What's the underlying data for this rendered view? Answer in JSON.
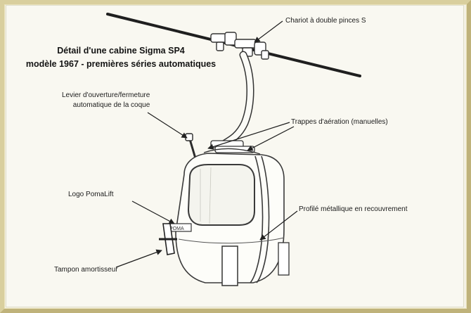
{
  "title": {
    "line1": "Détail d'une cabine Sigma SP4",
    "line2": "modèle 1967 - premières séries automatiques"
  },
  "labels": {
    "chariot": "Chariot à double pinces S",
    "levier_line1": "Levier d'ouverture/fermeture",
    "levier_line2": "automatique de la coque",
    "trappes": "Trappes d'aération (manuelles)",
    "logo": "Logo PomaLift",
    "profile": "Profilé métallique en recouvrement",
    "tampon": "Tampon amortisseur"
  },
  "colors": {
    "frame": "#d9cf9e",
    "paper": "#f9f8f1",
    "ink": "#1c1c1c",
    "pencil": "#3a3a3a"
  }
}
